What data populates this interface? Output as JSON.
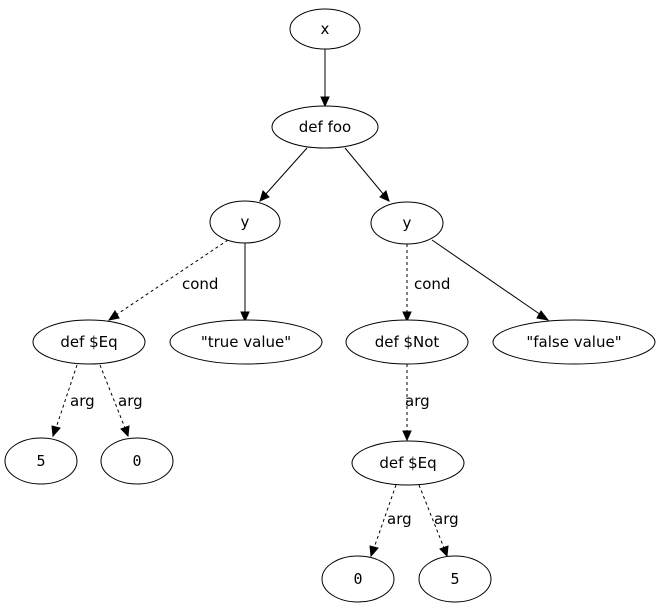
{
  "diagram": {
    "nodes": {
      "root": "x",
      "def_foo": "def foo",
      "y_left": "y",
      "y_right": "y",
      "def_eq_left": "def $Eq",
      "true_value": "\"true value\"",
      "def_not": "def $Not",
      "false_value": "\"false value\"",
      "num_5_left": "5",
      "num_0_left": "0",
      "def_eq_right": "def $Eq",
      "num_0_right": "0",
      "num_5_right": "5"
    },
    "edge_labels": {
      "cond_left": "cond",
      "cond_right": "cond",
      "arg_eq_left_5": "arg",
      "arg_eq_left_0": "arg",
      "arg_not_eq": "arg",
      "arg_eq_right_0": "arg",
      "arg_eq_right_5": "arg"
    }
  }
}
